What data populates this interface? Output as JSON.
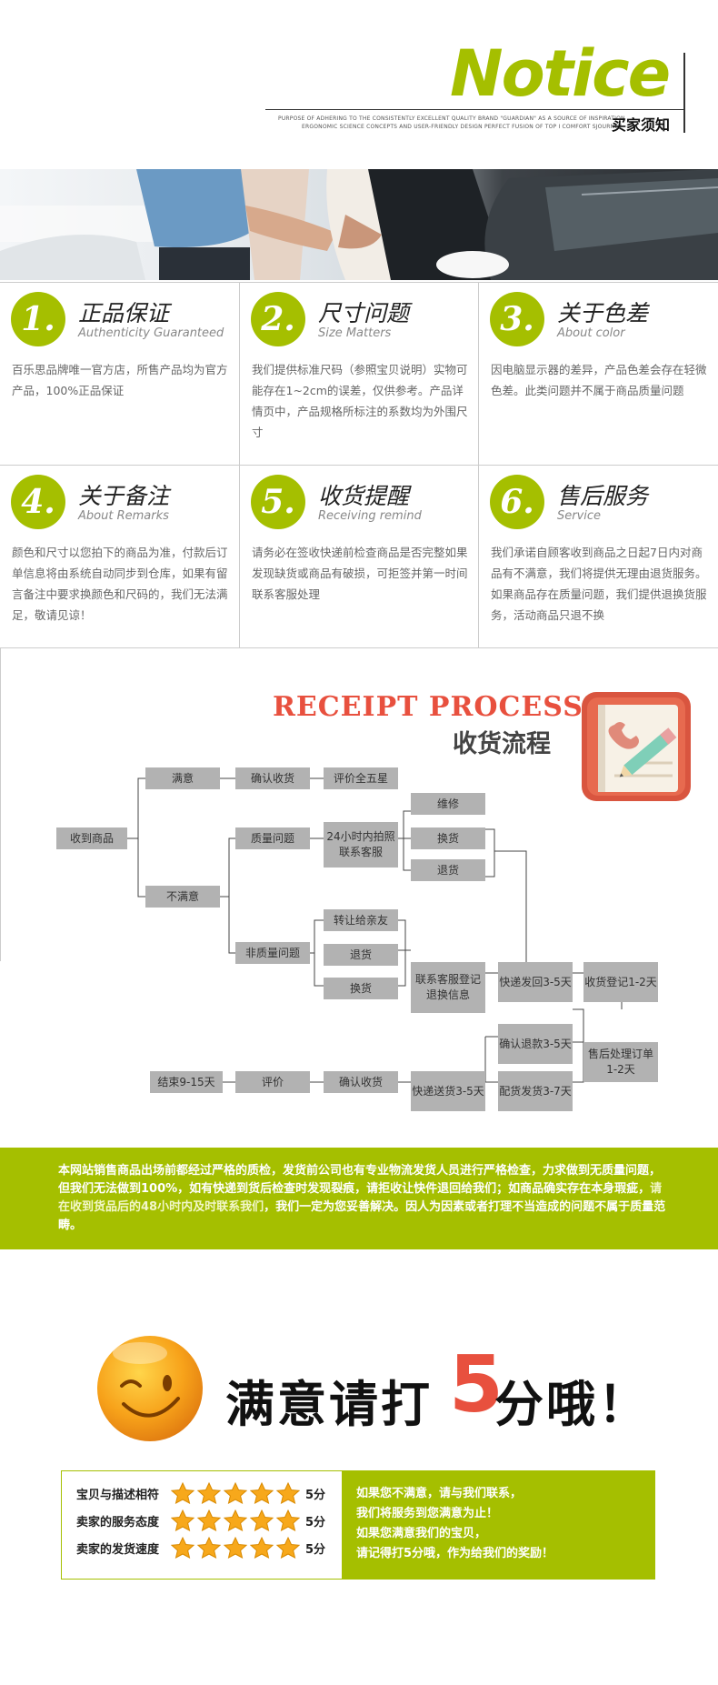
{
  "header": {
    "title": "Notice",
    "subtitle_line1": "PURPOSE OF ADHERING TO THE CONSISTENTLY EXCELLENT QUALITY BRAND \"GUARDIAN\" AS A SOURCE OF INSPIRATION",
    "subtitle_line2": "ERGONOMIC SCIENCE CONCEPTS AND USER-FRIENDLY DESIGN PERFECT FUSION OF TOP I COMFORT SJOURNEY",
    "cn_title": "买家须知"
  },
  "notices": [
    {
      "num": "1.",
      "title": "正品保证",
      "sub": "Authenticity Guaranteed",
      "body": "百乐思品牌唯一官方店，所售产品均为官方产品，100%正品保证"
    },
    {
      "num": "2.",
      "title": "尺寸问题",
      "sub": "Size Matters",
      "body": "我们提供标准尺码（参照宝贝说明）实物可能存在1~2cm的误差，仅供参考。产品详情页中，产品规格所标注的系数均为外围尺寸"
    },
    {
      "num": "3.",
      "title": "关于色差",
      "sub": "About color",
      "body": "因电脑显示器的差异，产品色差会存在轻微色差。此类问题并不属于商品质量问题"
    },
    {
      "num": "4.",
      "title": "关于备注",
      "sub": "About Remarks",
      "body": "颜色和尺寸以您拍下的商品为准，付款后订单信息将由系统自动同步到仓库，如果有留言备注中要求换颜色和尺码的，我们无法满足，敬请见谅！"
    },
    {
      "num": "5.",
      "title": "收货提醒",
      "sub": "Receiving remind",
      "body": "请务必在签收快递前检查商品是否完整如果发现缺货或商品有破损，可拒签并第一时间联系客服处理"
    },
    {
      "num": "6.",
      "title": "售后服务",
      "sub": "Service",
      "body": "我们承诺自顾客收到商品之日起7日内对商品有不满意，我们将提供无理由退货服务。如果商品存在质量问题，我们提供退换货服务，活动商品只退不换"
    }
  ],
  "receipt": {
    "title_en": "RECEIPT PROCESS",
    "title_cn": "收货流程",
    "boxes": {
      "receive": "收到商品",
      "satisfied": "满意",
      "confirm1": "确认收货",
      "five_star": "评价全五星",
      "unsatisfied": "不满意",
      "quality": "质量问题",
      "photo": "24小时内拍照联系客服",
      "repair": "维修",
      "exchange1": "换货",
      "return1": "退货",
      "nonquality": "非质量问题",
      "gift": "转让给亲友",
      "return2": "退货",
      "exchange2": "换货",
      "contact": "联系客服登记退换信息",
      "express_back": "快递发回3-5天",
      "register": "收货登记1-2天",
      "refund": "确认退款3-5天",
      "aftersale": "售后处理订单1-2天",
      "ship": "配货发货3-7天",
      "express_send": "快递送货3-5天",
      "confirm2": "确认收货",
      "review": "评价",
      "end": "结束9-15天"
    }
  },
  "quality_notice": {
    "part1": "本网站销售商品出场前都经过严格的质检，发货前公司也有专业物流发货人员进行严格检查，力求做到无质量问题，但我们无法做到100%，如有快递到货后检查时发现裂痕，请拒收让快件退回给我们；如商品确实存在本身瑕疵，",
    "highlight": "请在收到货品后的48小时内及时联系我们",
    "part2": "，我们一定为您妥善解决。因人为因素或者打理不当造成的问题不属于质量范畴。"
  },
  "rating": {
    "slogan_a": "满意请打",
    "slogan_num": "5",
    "slogan_b": "分哦！",
    "rows": [
      {
        "label": "宝贝与描述相符",
        "score": "5分"
      },
      {
        "label": "卖家的服务态度",
        "score": "5分"
      },
      {
        "label": "卖家的发货速度",
        "score": "5分"
      }
    ],
    "stars_count": 5,
    "message": [
      "如果您不满意，请与我们联系，",
      "我们将服务到您满意为止！",
      "如果您满意我们的宝贝，",
      "请记得打5分哦，作为给我们的奖励！"
    ]
  },
  "colors": {
    "accent_green": "#a5bf00",
    "accent_red": "#e8503e",
    "box_gray": "#b2b2b2"
  }
}
